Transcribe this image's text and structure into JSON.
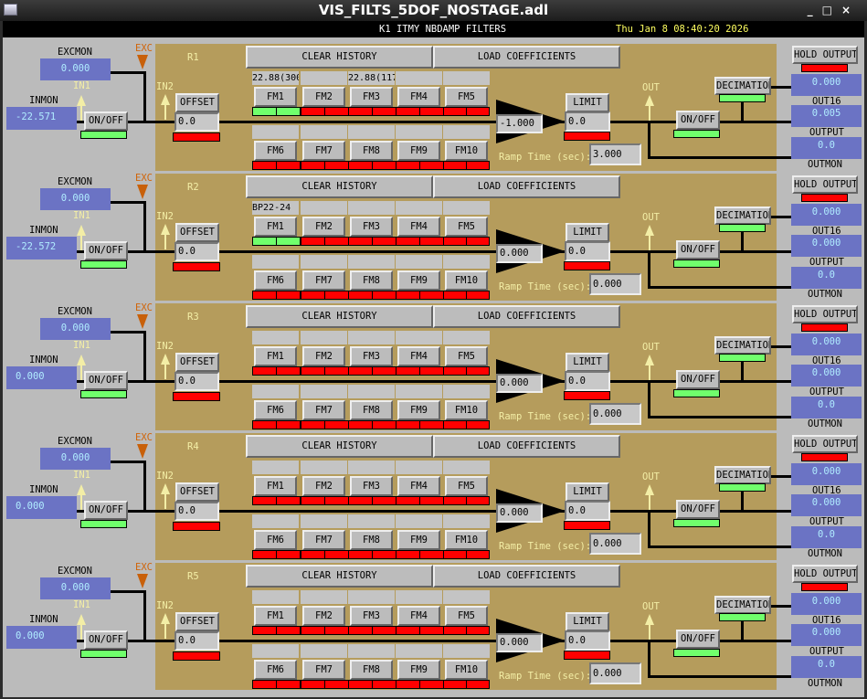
{
  "window": {
    "title": "VIS_FILTS_5DOF_NOSTAGE.adl"
  },
  "header": {
    "title": "K1 ITMY NBDAMP FILTERS",
    "datetime": "Thu Jan  8 08:40:20 2026"
  },
  "labels": {
    "excmon": "EXCMON",
    "exc": "EXC",
    "in1": "IN1",
    "inmon": "INMON",
    "in2": "IN2",
    "onoff": "ON/OFF",
    "offset": "OFFSET",
    "clear": "CLEAR HISTORY",
    "load": "LOAD COEFFICIENTS",
    "limit": "LIMIT",
    "out": "OUT",
    "decimation": "DECIMATION",
    "hold": "HOLD OUTPUT",
    "out16": "OUT16",
    "output": "OUTPUT",
    "outmon": "OUTMON",
    "ramp": "Ramp Time (sec):"
  },
  "fm_names": [
    "FM1",
    "FM2",
    "FM3",
    "FM4",
    "FM5",
    "FM6",
    "FM7",
    "FM8",
    "FM9",
    "FM10"
  ],
  "colors": {
    "panel": "#b59c5c",
    "on": "#70ff6c",
    "off": "#ff0000",
    "monitor": "#6b73c4"
  },
  "rows": [
    {
      "name": "R1",
      "excmon": "0.000",
      "inmon": "-22.571",
      "fm_text": [
        "22.88(300",
        "",
        "22.88(117",
        "",
        "",
        "",
        "",
        "",
        "",
        ""
      ],
      "fm_on": [
        true,
        false,
        false,
        false,
        false,
        false,
        false,
        false,
        false,
        false
      ],
      "offset": "0.0",
      "gain": "-1.000",
      "limit": "0.0",
      "ramp": "3.000",
      "out16": "0.000",
      "output": "0.005",
      "outmon": "0.0"
    },
    {
      "name": "R2",
      "excmon": "0.000",
      "inmon": "-22.572",
      "fm_text": [
        "BP22-24",
        "",
        "",
        "",
        "",
        "",
        "",
        "",
        "",
        ""
      ],
      "fm_on": [
        true,
        false,
        false,
        false,
        false,
        false,
        false,
        false,
        false,
        false
      ],
      "offset": "0.0",
      "gain": "0.000",
      "limit": "0.0",
      "ramp": "0.000",
      "out16": "0.000",
      "output": "0.000",
      "outmon": "0.0"
    },
    {
      "name": "R3",
      "excmon": "0.000",
      "inmon": "0.000",
      "fm_text": [
        "",
        "",
        "",
        "",
        "",
        "",
        "",
        "",
        "",
        ""
      ],
      "fm_on": [
        false,
        false,
        false,
        false,
        false,
        false,
        false,
        false,
        false,
        false
      ],
      "offset": "0.0",
      "gain": "0.000",
      "limit": "0.0",
      "ramp": "0.000",
      "out16": "0.000",
      "output": "0.000",
      "outmon": "0.0"
    },
    {
      "name": "R4",
      "excmon": "0.000",
      "inmon": "0.000",
      "fm_text": [
        "",
        "",
        "",
        "",
        "",
        "",
        "",
        "",
        "",
        ""
      ],
      "fm_on": [
        false,
        false,
        false,
        false,
        false,
        false,
        false,
        false,
        false,
        false
      ],
      "offset": "0.0",
      "gain": "0.000",
      "limit": "0.0",
      "ramp": "0.000",
      "out16": "0.000",
      "output": "0.000",
      "outmon": "0.0"
    },
    {
      "name": "R5",
      "excmon": "0.000",
      "inmon": "0.000",
      "fm_text": [
        "",
        "",
        "",
        "",
        "",
        "",
        "",
        "",
        "",
        ""
      ],
      "fm_on": [
        false,
        false,
        false,
        false,
        false,
        false,
        false,
        false,
        false,
        false
      ],
      "offset": "0.0",
      "gain": "0.000",
      "limit": "0.0",
      "ramp": "0.000",
      "out16": "0.000",
      "output": "0.000",
      "outmon": "0.0"
    }
  ]
}
